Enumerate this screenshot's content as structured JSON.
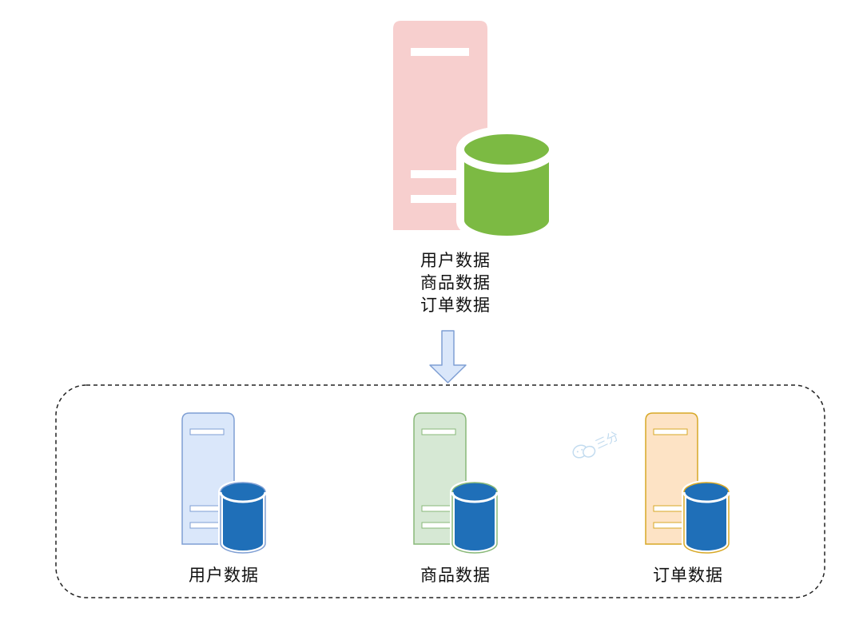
{
  "source": {
    "labels": [
      "用户数据",
      "商品数据",
      "订单数据"
    ],
    "colors": {
      "server": "#f7cfce",
      "database": "#7cba43"
    }
  },
  "targets": [
    {
      "label": "用户数据",
      "fill": "#dae7fa",
      "stroke": "#7f9fd4"
    },
    {
      "label": "商品数据",
      "fill": "#d6e8d4",
      "stroke": "#88b878"
    },
    {
      "label": "订单数据",
      "fill": "#fde3c5",
      "stroke": "#d7a826"
    }
  ],
  "colors": {
    "db_blue": "#1f6fb8",
    "arrow_fill": "#dae7fa",
    "arrow_stroke": "#7f9fd4"
  },
  "watermark": {
    "text": "三分",
    "icon": "wechat-icon"
  }
}
